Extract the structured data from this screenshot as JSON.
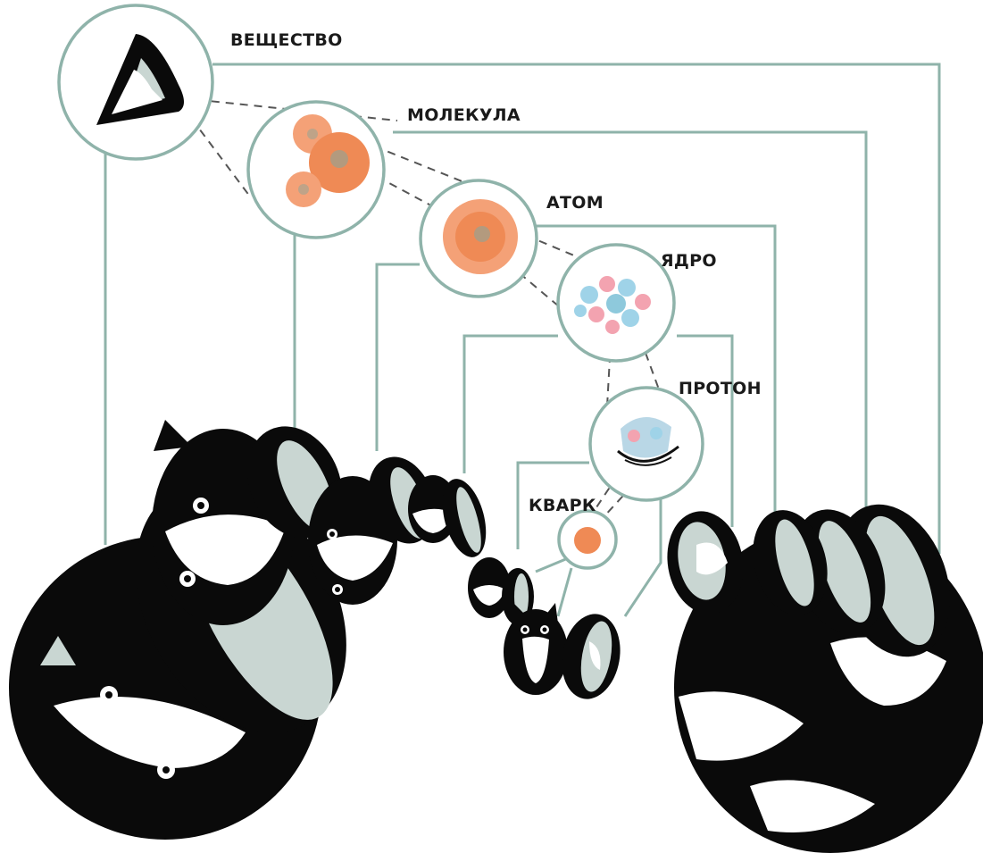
{
  "diagram": {
    "levels": [
      {
        "id": "substance",
        "label": "ВЕЩЕСТВО"
      },
      {
        "id": "molecule",
        "label": "МОЛЕКУЛА"
      },
      {
        "id": "atom",
        "label": "АТОМ"
      },
      {
        "id": "nucleus",
        "label": "ЯДРО"
      },
      {
        "id": "proton",
        "label": "ПРОТОН"
      },
      {
        "id": "quark",
        "label": "КВАРК"
      }
    ],
    "colors": {
      "connector": "#8fb3aa",
      "doll_black": "#0a0a0a",
      "doll_inner": "#c9d6d2",
      "particle_orange": "#ef8a55"
    }
  }
}
